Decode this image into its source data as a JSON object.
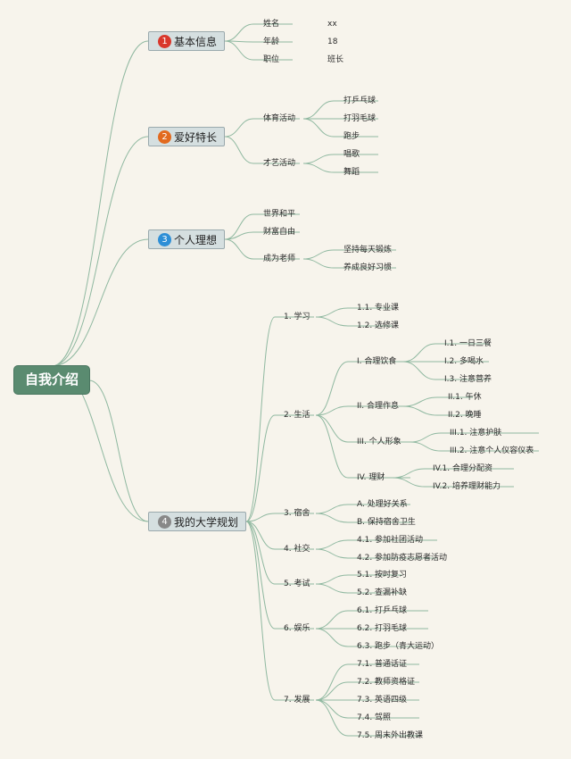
{
  "root": "自我介绍",
  "categories": [
    {
      "num": "1",
      "label": "基本信息",
      "color": "#d9372b"
    },
    {
      "num": "2",
      "label": "爱好特长",
      "color": "#e26a1f"
    },
    {
      "num": "3",
      "label": "个人理想",
      "color": "#2e8fd6"
    },
    {
      "num": "4",
      "label": "我的大学规划",
      "color": "#888888"
    }
  ],
  "basic": {
    "items": [
      {
        "key": "姓名",
        "value": "xx"
      },
      {
        "key": "年龄",
        "value": "18"
      },
      {
        "key": "职位",
        "value": "班长"
      }
    ]
  },
  "hobbies": {
    "sports": {
      "label": "体育活动",
      "items": [
        "打乒乓球",
        "打羽毛球",
        "跑步"
      ]
    },
    "arts": {
      "label": "才艺活动",
      "items": [
        "唱歌",
        "舞蹈"
      ]
    }
  },
  "ideals": {
    "items": [
      "世界和平",
      "财富自由"
    ],
    "teacher": {
      "label": "成为老师",
      "items": [
        "坚持每天锻炼",
        "养成良好习惯"
      ]
    }
  },
  "plan": {
    "study": {
      "label": "1. 学习",
      "items": [
        "1.1. 专业课",
        "1.2. 选修课"
      ]
    },
    "life": {
      "label": "2. 生活",
      "diet": {
        "label": "I. 合理饮食",
        "items": [
          "I.1. 一日三餐",
          "I.2. 多喝水",
          "I.3. 注意营养"
        ]
      },
      "rest": {
        "label": "II. 合理作息",
        "items": [
          "II.1. 午休",
          "II.2. 晚睡"
        ]
      },
      "image": {
        "label": "III. 个人形象",
        "items": [
          "III.1. 注意护肤",
          "III.2. 注意个人仪容仪表"
        ]
      },
      "money": {
        "label": "IV. 理财",
        "items": [
          "IV.1. 合理分配资",
          "IV.2. 培养理财能力"
        ]
      }
    },
    "dorm": {
      "label": "3. 宿舍",
      "items": [
        "A. 处理好关系",
        "B. 保持宿舍卫生"
      ]
    },
    "social": {
      "label": "4. 社交",
      "items": [
        "4.1. 参加社团活动",
        "4.2. 参加防疫志愿者活动"
      ]
    },
    "exam": {
      "label": "5. 考试",
      "items": [
        "5.1. 按时复习",
        "5.2. 查漏补缺"
      ]
    },
    "fun": {
      "label": "6. 娱乐",
      "items": [
        "6.1. 打乒乓球",
        "6.2. 打羽毛球",
        "6.3. 跑步（青大运动）"
      ]
    },
    "dev": {
      "label": "7. 发展",
      "items": [
        "7.1. 普通话证",
        "7.2. 教师资格证",
        "7.3. 英语四级",
        "7.4. 驾照",
        "7.5. 周末外出教课"
      ]
    }
  },
  "colors": {
    "line": "#8fb8a0",
    "root_bg": "#5a8b70",
    "category_bg": "#d5dfe0",
    "background": "#f7f4ec"
  }
}
